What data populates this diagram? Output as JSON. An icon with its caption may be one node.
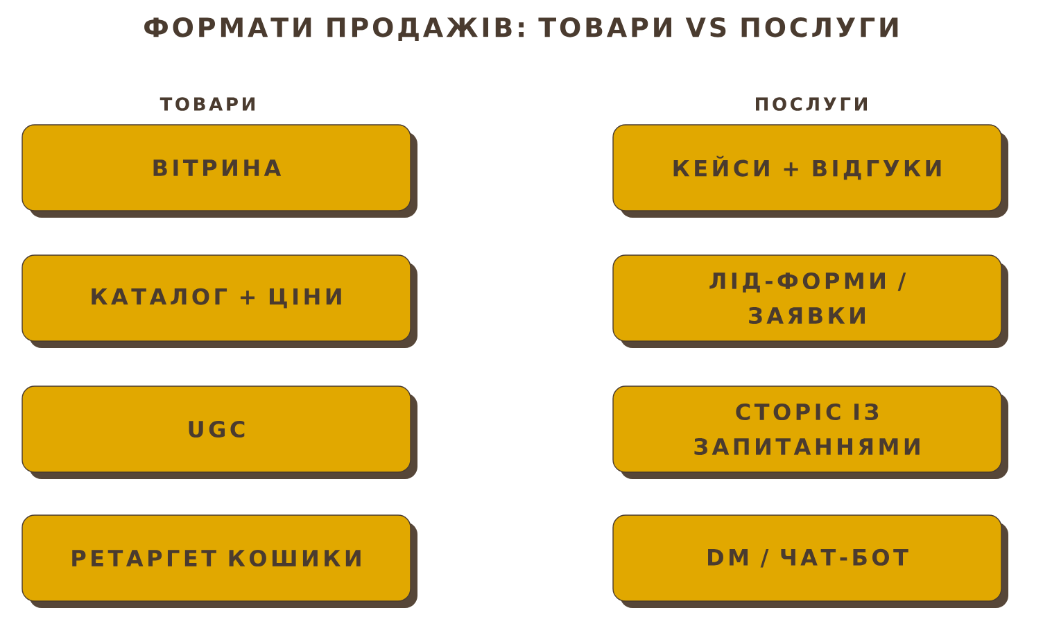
{
  "diagram": {
    "title": "ФОРМАТИ ПРОДАЖІВ: ТОВАРИ VS ПОСЛУГИ",
    "nodes": [
      {
        "text": [
          "ВІТРИНА"
        ]
      },
      {
        "text": [
          "КАТАЛОГ + ЦІНИ"
        ]
      },
      {
        "text": [
          "UGC"
        ]
      },
      {
        "text": [
          "РЕТАРГЕТ КОШИКИ"
        ]
      },
      {
        "text": [
          "КЕЙСИ + ВІДГУКИ"
        ]
      },
      {
        "text": [
          "ЛІД-ФОРМИ / ЗАЯВКИ"
        ]
      },
      {
        "text": [
          "СТОРІС ІЗ ЗАПИТАННЯМИ"
        ]
      },
      {
        "text": [
          "DM / ЧАТ-БОТ"
        ]
      }
    ],
    "labels": [
      "ТОВАРИ",
      "ПОСЛУГИ"
    ]
  }
}
